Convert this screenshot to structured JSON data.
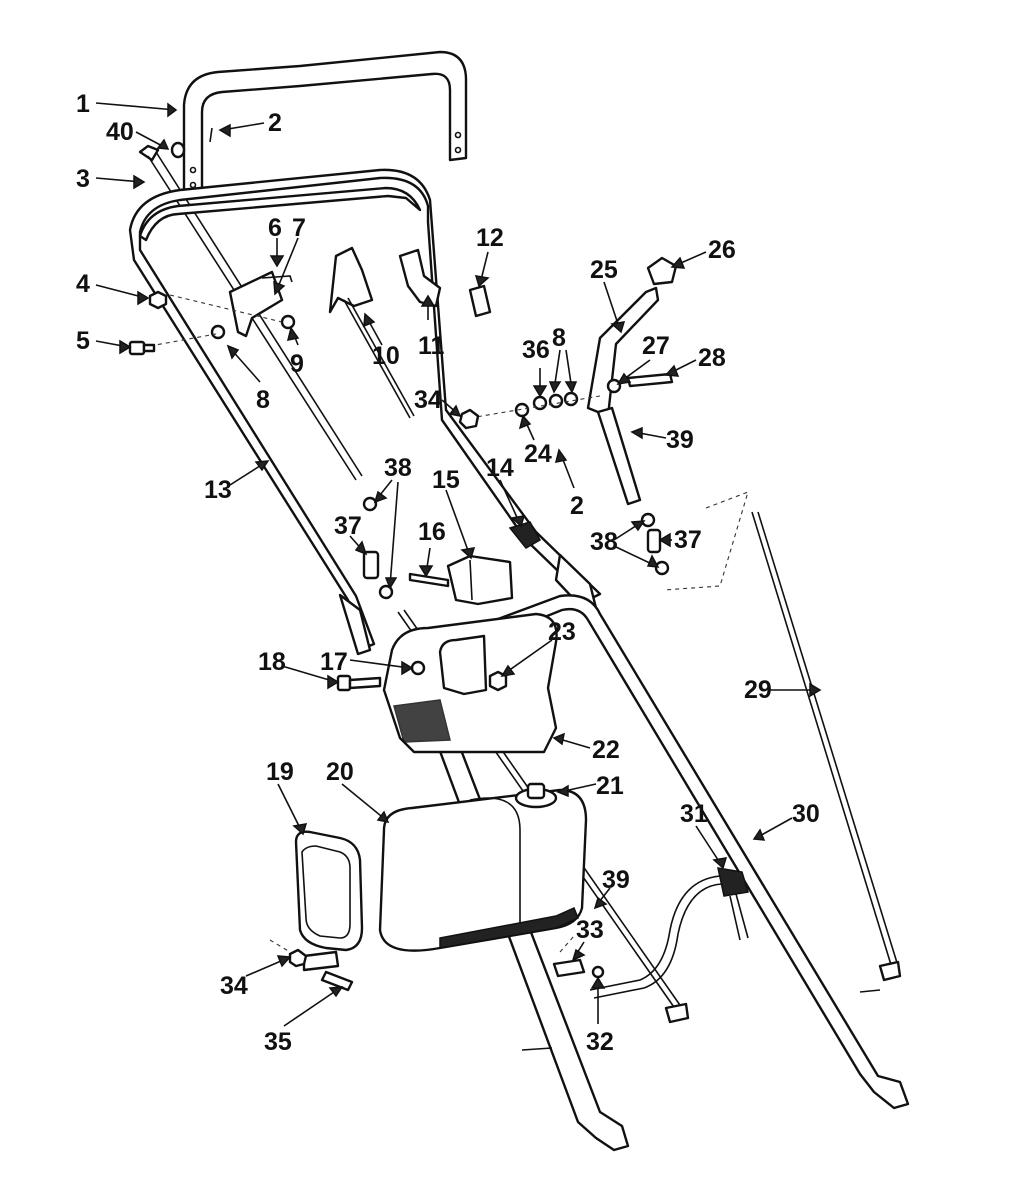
{
  "diagram": {
    "callouts": [
      {
        "id": "1",
        "text": "1"
      },
      {
        "id": "2a",
        "text": "2"
      },
      {
        "id": "40",
        "text": "40"
      },
      {
        "id": "3",
        "text": "3"
      },
      {
        "id": "6",
        "text": "6"
      },
      {
        "id": "7",
        "text": "7"
      },
      {
        "id": "12",
        "text": "12"
      },
      {
        "id": "25",
        "text": "25"
      },
      {
        "id": "26",
        "text": "26"
      },
      {
        "id": "4",
        "text": "4"
      },
      {
        "id": "10",
        "text": "10"
      },
      {
        "id": "11",
        "text": "11"
      },
      {
        "id": "5",
        "text": "5"
      },
      {
        "id": "9",
        "text": "9"
      },
      {
        "id": "8a",
        "text": "8"
      },
      {
        "id": "36",
        "text": "36"
      },
      {
        "id": "8b",
        "text": "8"
      },
      {
        "id": "27",
        "text": "27"
      },
      {
        "id": "28",
        "text": "28"
      },
      {
        "id": "34a",
        "text": "34"
      },
      {
        "id": "24",
        "text": "24"
      },
      {
        "id": "39a",
        "text": "39"
      },
      {
        "id": "2b",
        "text": "2"
      },
      {
        "id": "13",
        "text": "13"
      },
      {
        "id": "38a",
        "text": "38"
      },
      {
        "id": "15",
        "text": "15"
      },
      {
        "id": "14",
        "text": "14"
      },
      {
        "id": "37a",
        "text": "37"
      },
      {
        "id": "16",
        "text": "16"
      },
      {
        "id": "38b",
        "text": "38"
      },
      {
        "id": "37b",
        "text": "37"
      },
      {
        "id": "23",
        "text": "23"
      },
      {
        "id": "18",
        "text": "18"
      },
      {
        "id": "17",
        "text": "17"
      },
      {
        "id": "29",
        "text": "29"
      },
      {
        "id": "22",
        "text": "22"
      },
      {
        "id": "19",
        "text": "19"
      },
      {
        "id": "20",
        "text": "20"
      },
      {
        "id": "21",
        "text": "21"
      },
      {
        "id": "31",
        "text": "31"
      },
      {
        "id": "30",
        "text": "30"
      },
      {
        "id": "39b",
        "text": "39"
      },
      {
        "id": "33",
        "text": "33"
      },
      {
        "id": "34b",
        "text": "34"
      },
      {
        "id": "35",
        "text": "35"
      },
      {
        "id": "32",
        "text": "32"
      }
    ]
  }
}
